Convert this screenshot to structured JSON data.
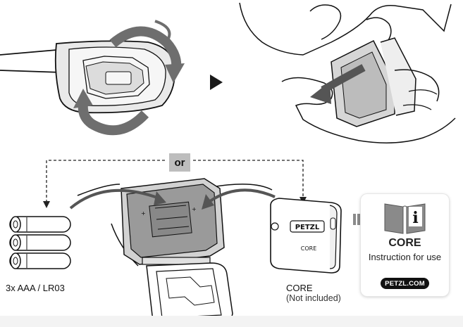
{
  "or_label": "or",
  "batteries": {
    "label": "3x AAA / LR03",
    "count": 3
  },
  "core_battery": {
    "label": "CORE",
    "note": "(Not included)",
    "brand": "PETZL",
    "model": "CORE"
  },
  "manual_card": {
    "title": "CORE",
    "subtitle": "Instruction for use",
    "url": "PETZL.COM",
    "icon": "info-book-icon"
  },
  "colors": {
    "line": "#1a1a1a",
    "arrow_gray": "#555555",
    "light_gray": "#bdbdbd",
    "manual_gray": "#8a8a8a"
  }
}
